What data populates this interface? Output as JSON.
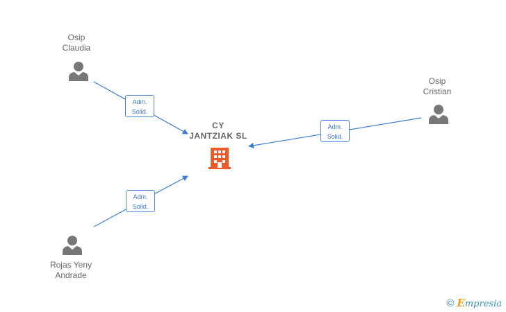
{
  "company": {
    "name_line1": "CY",
    "name_line2": "JANTZIAK  SL",
    "icon": "building-icon",
    "color": "#f05a28"
  },
  "people": [
    {
      "line1": "Osip",
      "line2": "Claudia",
      "icon": "person-icon"
    },
    {
      "line1": "Osip",
      "line2": "Cristian",
      "icon": "person-icon"
    },
    {
      "line1": "Rojas Yeny",
      "line2": "Andrade",
      "icon": "person-icon"
    }
  ],
  "relations": [
    {
      "line1": "Adm.",
      "line2": "Solid."
    },
    {
      "line1": "Adm.",
      "line2": "Solid."
    },
    {
      "line1": "Adm.",
      "line2": "Solid."
    }
  ],
  "colors": {
    "edge": "#3a7bd5",
    "person": "#777777",
    "label": "#666666"
  },
  "watermark": {
    "symbol": "©",
    "brand_first": "E",
    "brand_rest": "mpresia"
  }
}
